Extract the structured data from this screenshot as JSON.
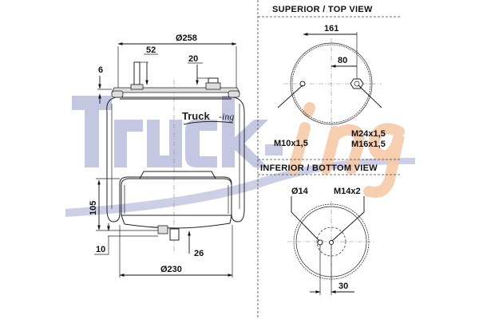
{
  "watermark": {
    "text_main": "Truck",
    "text_suffix": "-ing",
    "main_color": "#c3c7e2",
    "suffix_color": "#f6c9a8"
  },
  "logo": {
    "text_main": "Truck",
    "text_suffix": "-ing"
  },
  "side_view": {
    "dim_top_diameter": "Ø258",
    "dim_stud_offset": "52",
    "dim_stud_offset_right": "20",
    "dim_plate_height": "6",
    "dim_piston_height": "105",
    "dim_base_offset": "10",
    "dim_bottom_stud": "26",
    "dim_bottom_diameter": "Ø230"
  },
  "top_view": {
    "title": "SUPERIOR / TOP VIEW",
    "dim_hole_spacing": "161",
    "dim_center_offset": "80",
    "label_left_thread": "M10x1,5",
    "label_right_thread_1": "M24x1,5",
    "label_right_thread_2": "M16x1,5"
  },
  "bottom_view": {
    "title": "INFERIOR / BOTTOM VIEW",
    "label_hole": "Ø14",
    "label_thread": "M14x2",
    "dim_offset": "30"
  }
}
